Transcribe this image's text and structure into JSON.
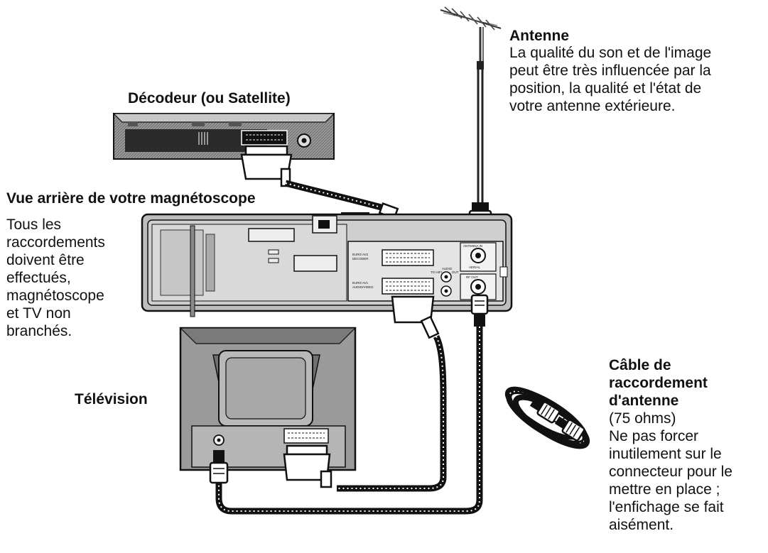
{
  "labels": {
    "decoder_title": "Décodeur (ou Satellite)",
    "vcr_title": "Vue arrière de votre magnétoscope",
    "tv_title": "Télévision",
    "antenna_title": "Antenne"
  },
  "antenna_text": [
    "La qualité du son et de l'image",
    "peut être très influencée par la",
    "position, la qualité et l'état de",
    "votre antenne extérieure."
  ],
  "connection_text": [
    "Tous les",
    "raccordements",
    "doivent être",
    "effectués,",
    "magnétoscope",
    "et TV non",
    "branchés."
  ],
  "cable_title": [
    "Câble de",
    "raccordement",
    "d'antenne"
  ],
  "cable_text": [
    "(75 ohms)",
    "Ne pas forcer",
    "inutilement sur le",
    "connecteur pour le",
    "mettre en place ;",
    "l'enfichage se fait",
    "aisément."
  ],
  "panel_labels": {
    "euro_av2": "EURO AV2",
    "decoder": "DECODER",
    "euro_av1": "EURO AV1",
    "audio_video": "AUDIO/VIDEO",
    "audio": "AUDIO",
    "to_hifi": "TO HIFI",
    "out": "OUT",
    "antenna_in": "ANTENNA IN",
    "aerial": "AERIAL",
    "rf_out": "RF OUT"
  }
}
